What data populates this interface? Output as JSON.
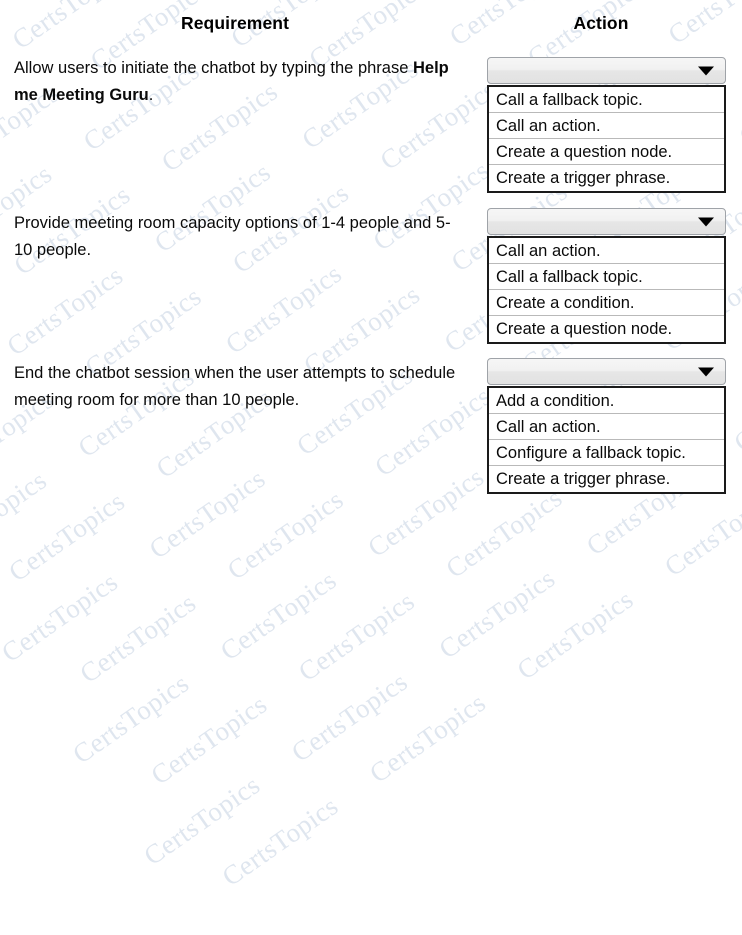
{
  "headers": {
    "requirement": "Requirement",
    "action": "Action"
  },
  "watermark": {
    "text": "CertsTopics",
    "color": "#dfe6ef"
  },
  "rows": [
    {
      "requirement_prefix": "Allow users to initiate the chatbot by typing the phrase ",
      "requirement_bold": "Help me Meeting Guru",
      "requirement_suffix": ".",
      "dropdown": {
        "selected": "",
        "arrow_icon": "chevron-down-icon",
        "options": [
          "Call a fallback topic.",
          "Call an action.",
          "Create a question node.",
          "Create a trigger phrase."
        ]
      }
    },
    {
      "requirement_prefix": "Provide meeting room capacity options of 1-4 people and 5-10 people.",
      "requirement_bold": "",
      "requirement_suffix": "",
      "dropdown": {
        "selected": "",
        "arrow_icon": "chevron-down-icon",
        "options": [
          "Call an action.",
          "Call a fallback topic.",
          "Create a condition.",
          "Create a question node."
        ]
      }
    },
    {
      "requirement_prefix": "End the chatbot session when the user attempts to schedule meeting room for more than 10 people.",
      "requirement_bold": "",
      "requirement_suffix": "",
      "dropdown": {
        "selected": "",
        "arrow_icon": "chevron-down-icon",
        "options": [
          "Add a condition.",
          "Call an action.",
          "Configure a fallback topic.",
          "Create a trigger phrase."
        ]
      }
    }
  ]
}
